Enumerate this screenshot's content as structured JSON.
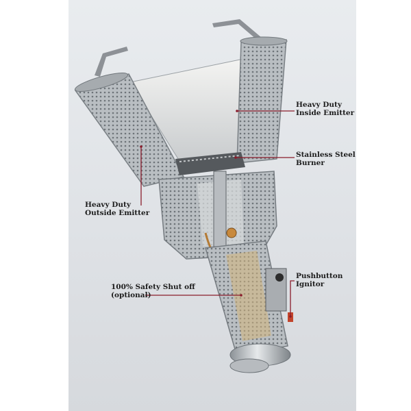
{
  "callouts": [
    {
      "id": "inside-emitter",
      "lines": [
        "Heavy Duty",
        "Inside Emitter"
      ]
    },
    {
      "id": "burner",
      "lines": [
        "Stainless Steel",
        "Burner"
      ]
    },
    {
      "id": "outside-emitter",
      "lines": [
        "Heavy Duty",
        "Outside Emitter"
      ]
    },
    {
      "id": "ignitor",
      "lines": [
        "Pushbutton",
        "Ignitor"
      ]
    },
    {
      "id": "shutoff",
      "lines": [
        "100% Safety Shut off",
        "(optional)"
      ]
    }
  ],
  "colors": {
    "leader_line": "#8a1c2b",
    "metal_light": "#d8dcdf",
    "metal_dark": "#8c9297",
    "brass": "#c8893c"
  }
}
